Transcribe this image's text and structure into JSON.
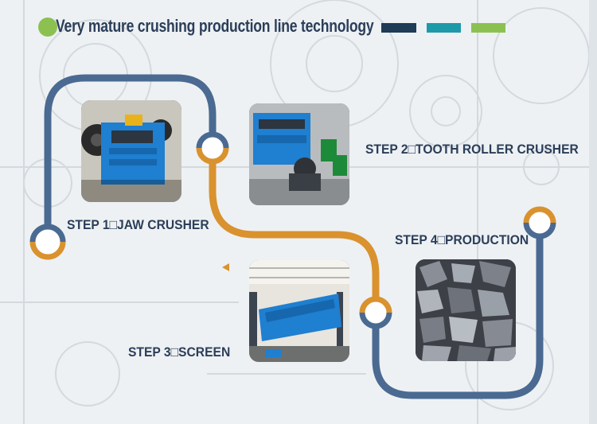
{
  "title": "Very mature crushing production line technology",
  "colors": {
    "navy": "#2b3e5a",
    "path_blue": "#4a6a92",
    "path_orange": "#d9922e",
    "bar_dark": "#1f3b57",
    "bar_teal": "#1d9aaa",
    "bar_green": "#8cc152"
  },
  "steps": [
    {
      "label": "STEP 1□JAW CRUSHER"
    },
    {
      "label": "STEP 2□TOOTH ROLLER CRUSHER"
    },
    {
      "label": "STEP 3□SCREEN"
    },
    {
      "label": "STEP 4□PRODUCTION"
    }
  ]
}
